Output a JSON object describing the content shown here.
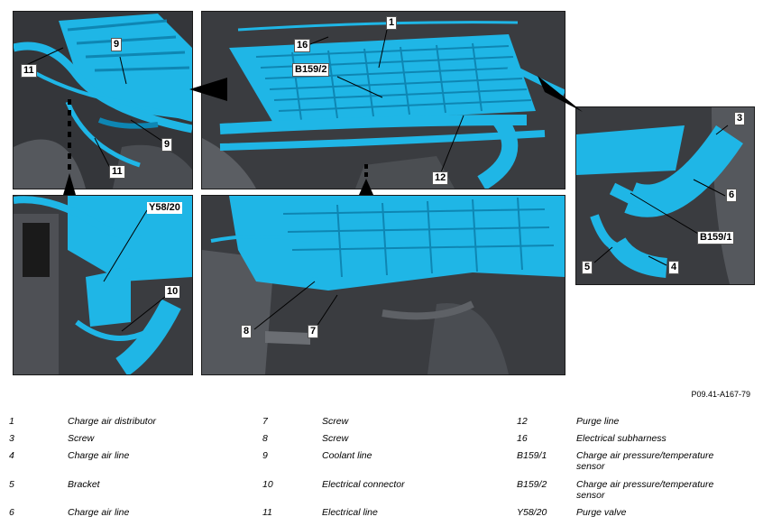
{
  "callouts": {
    "p1": {
      "c11a": "11",
      "c9a": "9",
      "c9b": "9",
      "c11b": "11"
    },
    "p2": {
      "c1": "1",
      "c16": "16",
      "cB1592": "B159/2",
      "c12": "12"
    },
    "p3": {
      "c3": "3",
      "c6": "6",
      "cB1591": "B159/1",
      "c5": "5",
      "c4": "4"
    },
    "p4": {
      "cY5820": "Y58/20",
      "c10": "10"
    },
    "p5": {
      "c8": "8",
      "c7": "7"
    }
  },
  "reference": "P09.41-A167-79",
  "legend": [
    [
      {
        "num": "1",
        "desc": "Charge air distributor"
      },
      {
        "num": "7",
        "desc": "Screw"
      },
      {
        "num": "12",
        "desc": "Purge line"
      }
    ],
    [
      {
        "num": "3",
        "desc": "Screw"
      },
      {
        "num": "8",
        "desc": "Screw"
      },
      {
        "num": "16",
        "desc": "Electrical subharness"
      }
    ],
    [
      {
        "num": "4",
        "desc": "Charge air line"
      },
      {
        "num": "9",
        "desc": "Coolant line"
      },
      {
        "num": "B159/1",
        "desc": "Charge air pressure/temperature sensor"
      }
    ],
    [
      {
        "num": "5",
        "desc": "Bracket"
      },
      {
        "num": "10",
        "desc": "Electrical connector"
      },
      {
        "num": "B159/2",
        "desc": "Charge air pressure/temperature sensor"
      }
    ],
    [
      {
        "num": "6",
        "desc": "Charge air line"
      },
      {
        "num": "11",
        "desc": "Electrical line"
      },
      {
        "num": "Y58/20",
        "desc": "Purge valve"
      }
    ]
  ],
  "colors": {
    "highlight": "#1fb6e6",
    "highlight_dark": "#0e86b3",
    "engine": "#3a3c40",
    "engine_light": "#6b6e73"
  }
}
